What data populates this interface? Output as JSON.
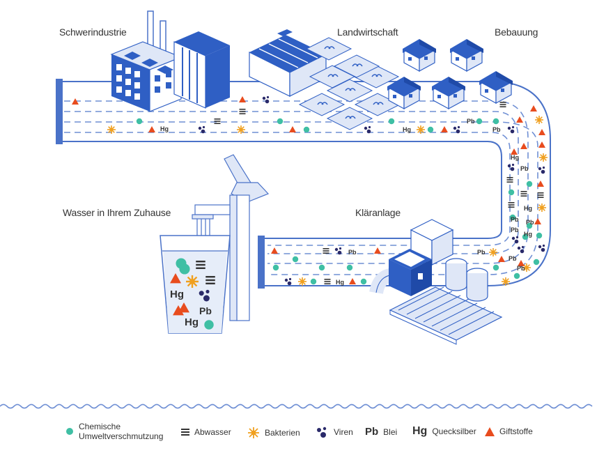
{
  "labels": {
    "industry": "Schwerindustrie",
    "agriculture": "Landwirtschaft",
    "housing": "Bebauung",
    "home": "Wasser in Ihrem Zuhause",
    "treatment": "Kläranlage"
  },
  "symbols": {
    "lead": "Pb",
    "mercury": "Hg"
  },
  "legend": {
    "chemical": "Chemische Umweltverschmutzung",
    "chemical_line1": "Chemische",
    "chemical_line2": "Umweltverschmutzung",
    "sewage": "Abwasser",
    "bacteria": "Bakterien",
    "viruses": "Viren",
    "lead_symbol": "Pb",
    "lead": "Blei",
    "mercury_symbol": "Hg",
    "mercury": "Quecksilber",
    "toxins": "Giftstoffe"
  },
  "colors": {
    "pipe": "#4a72c8",
    "dash": "#6f8fd4",
    "building": "#2f5fc4",
    "building_light": "#e6edf9",
    "chemical": "#3fbfa4",
    "toxin": "#e84c1e",
    "bacteria": "#f0a020",
    "virus": "#2a2a6a",
    "sewage": "#333333",
    "wave": "#6f8fd4"
  }
}
